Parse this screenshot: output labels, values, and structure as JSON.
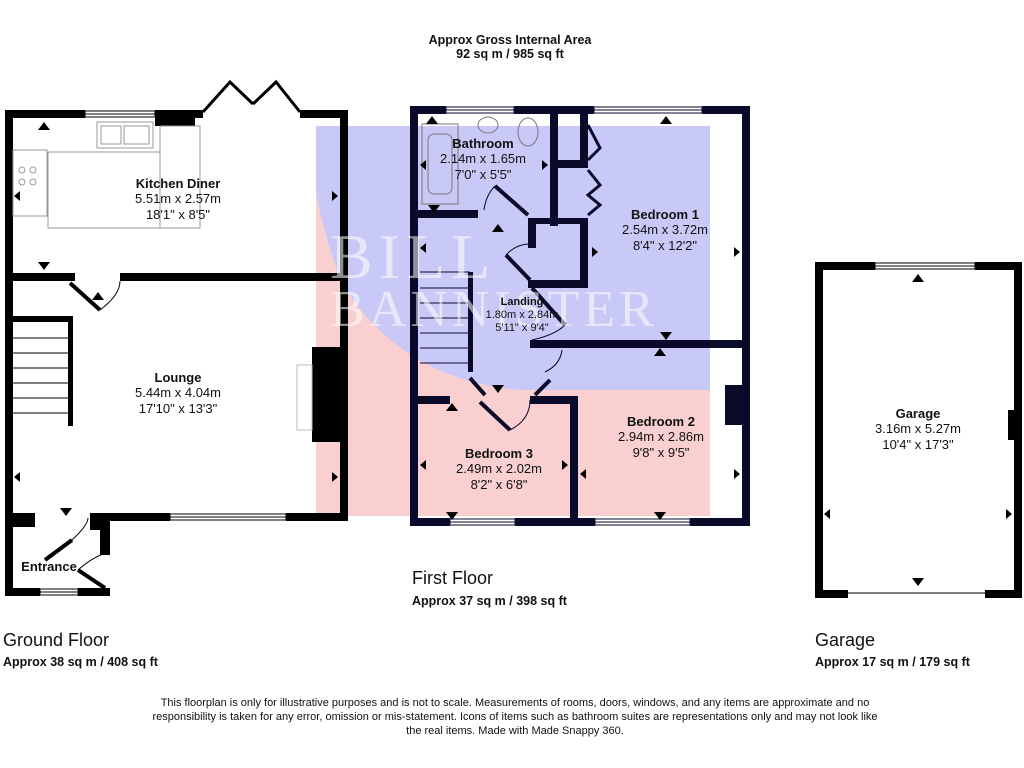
{
  "header": {
    "title": "Approx Gross Internal Area",
    "area": "92 sq m / 985 sq ft"
  },
  "watermark": {
    "line1": "BILL",
    "line2": "BANNISTER"
  },
  "colors": {
    "wall": "#000000",
    "overlay_blue": "#c9c9f7",
    "overlay_pink": "#f9cfcf",
    "text": "#111111"
  },
  "floors": {
    "ground": {
      "title": "Ground Floor",
      "area": "Approx 38 sq m / 408 sq ft",
      "rooms": [
        {
          "name": "Kitchen Diner",
          "metric": "5.51m x 2.57m",
          "imperial": "18'1\" x 8'5\""
        },
        {
          "name": "Lounge",
          "metric": "5.44m x 4.04m",
          "imperial": "17'10\" x 13'3\""
        },
        {
          "name": "Entrance"
        }
      ]
    },
    "first": {
      "title": "First Floor",
      "area": "Approx 37 sq m / 398 sq ft",
      "rooms": [
        {
          "name": "Bathroom",
          "metric": "2.14m x 1.65m",
          "imperial": "7'0\" x 5'5\""
        },
        {
          "name": "Bedroom 1",
          "metric": "2.54m x 3.72m",
          "imperial": "8'4\" x 12'2\""
        },
        {
          "name": "Landing",
          "metric": "1.80m x 2.84m",
          "imperial": "5'11\" x 9'4\""
        },
        {
          "name": "Bedroom 2",
          "metric": "2.94m x 2.86m",
          "imperial": "9'8\" x 9'5\""
        },
        {
          "name": "Bedroom 3",
          "metric": "2.49m x 2.02m",
          "imperial": "8'2\" x 6'8\""
        }
      ]
    },
    "garage": {
      "title": "Garage",
      "area": "Approx 17 sq m / 179 sq ft",
      "rooms": [
        {
          "name": "Garage",
          "metric": "3.16m x 5.27m",
          "imperial": "10'4\" x 17'3\""
        }
      ]
    }
  },
  "disclaimer": "This floorplan is only for illustrative purposes and is not to scale. Measurements of rooms, doors, windows, and any items are approximate and no responsibility is taken for any error, omission or mis-statement. Icons of items such as bathroom suites are representations only and may not look like the real items. Made with Made Snappy 360."
}
